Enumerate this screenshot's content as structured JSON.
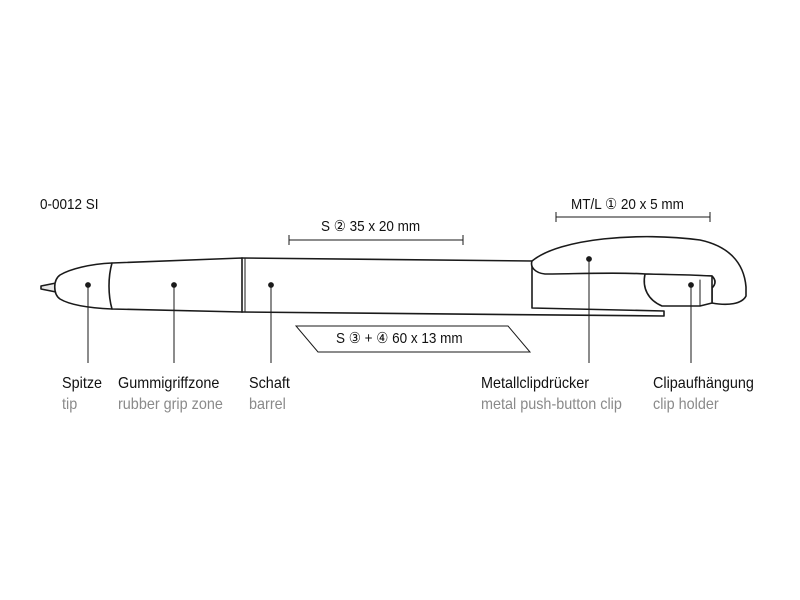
{
  "product_code": "0-0012 SI",
  "print_areas": {
    "clip": "MT/L ① 20 x 5 mm",
    "barrel_top": "S ② 35 x 20 mm",
    "barrel_wrap": "S ③ + ④ 60 x 13 mm"
  },
  "parts": [
    {
      "de": "Spitze",
      "en": "tip"
    },
    {
      "de": "Gummigriffzone",
      "en": "rubber grip zone"
    },
    {
      "de": "Schaft",
      "en": "barrel"
    },
    {
      "de": "Metallclipdrücker",
      "en": "metal push-button clip"
    },
    {
      "de": "Clipaufhängung",
      "en": "clip holder"
    }
  ]
}
